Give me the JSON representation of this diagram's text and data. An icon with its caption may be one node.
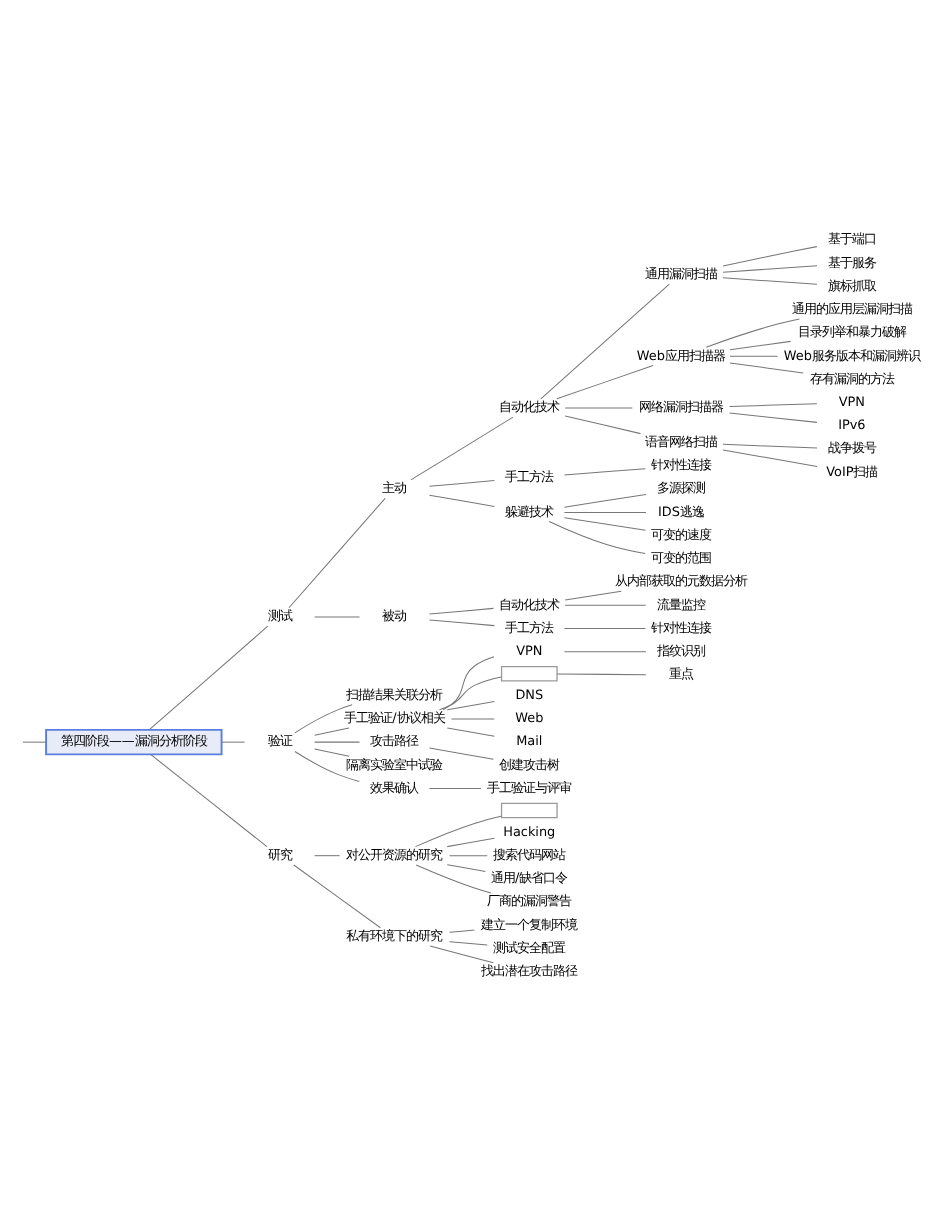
{
  "diagram": {
    "nodes": [
      {
        "text": [
          "第四阶段——漏洞分析阶段"
        ]
      },
      {
        "text": [
          "测试"
        ]
      },
      {
        "text": [
          "主动"
        ]
      },
      {
        "text": [
          "自动化技术"
        ]
      },
      {
        "text": [
          "通用漏洞扫描"
        ]
      },
      {
        "text": [
          "基于端口"
        ]
      },
      {
        "text": [
          "基于服务"
        ]
      },
      {
        "text": [
          "旗标抓取"
        ]
      },
      {
        "text": [
          "Web应用扫描器"
        ]
      },
      {
        "text": [
          "通用的应用层漏洞扫描"
        ]
      },
      {
        "text": [
          "目录列举和暴力破解"
        ]
      },
      {
        "text": [
          "Web服务版本和漏洞辨识"
        ]
      },
      {
        "text": [
          "存有漏洞的方法"
        ]
      },
      {
        "text": [
          "网络漏洞扫描器"
        ]
      },
      {
        "text": [
          "VPN"
        ]
      },
      {
        "text": [
          "IPv6"
        ]
      },
      {
        "text": [
          "语音网络扫描"
        ]
      },
      {
        "text": [
          "战争拨号"
        ]
      },
      {
        "text": [
          "VoIP扫描"
        ]
      },
      {
        "text": [
          "手工方法"
        ]
      },
      {
        "text": [
          "针对性连接"
        ]
      },
      {
        "text": [
          "躲避技术"
        ]
      },
      {
        "text": [
          "多源探测"
        ]
      },
      {
        "text": [
          "IDS逃逸"
        ]
      },
      {
        "text": [
          "可变的速度"
        ]
      },
      {
        "text": [
          "可变的范围"
        ]
      },
      {
        "text": [
          "被动"
        ]
      },
      {
        "text": [
          "自动化技术"
        ]
      },
      {
        "text": [
          "从内部获取的元数据分析"
        ]
      },
      {
        "text": [
          "流量监控"
        ]
      },
      {
        "text": [
          "手工方法"
        ]
      },
      {
        "text": [
          "针对性连接"
        ]
      },
      {
        "text": [
          "验证"
        ]
      },
      {
        "text": [
          "扫描结果关联分析"
        ]
      },
      {
        "text": [
          "手工验证/协议相关"
        ]
      },
      {
        "text": [
          "VPN"
        ]
      },
      {
        "text": [
          "指纹识别"
        ]
      },
      {
        "text": [],
        "shape": "box"
      },
      {
        "text": [
          "重点"
        ]
      },
      {
        "text": [
          "DNS"
        ]
      },
      {
        "text": [
          "Web"
        ]
      },
      {
        "text": [
          "Mail"
        ]
      },
      {
        "text": [
          "攻击路径"
        ]
      },
      {
        "text": [
          "创建攻击树"
        ]
      },
      {
        "text": [
          "隔离实验室中试验"
        ]
      },
      {
        "text": [
          "效果确认"
        ]
      },
      {
        "text": [
          "手工验证与评审"
        ]
      },
      {
        "text": [
          "研究"
        ]
      },
      {
        "text": [
          "对公开资源的研究"
        ]
      },
      {
        "text": [],
        "shape": "box"
      },
      {
        "text": [
          "Hacking"
        ]
      },
      {
        "text": [
          "搜索代码网站"
        ]
      },
      {
        "text": [
          "通用/缺省口令"
        ]
      },
      {
        "text": [
          "厂商的漏洞警告"
        ]
      },
      {
        "text": [
          "私有环境下的研究"
        ]
      },
      {
        "text": [
          "建立一个复制环境"
        ]
      },
      {
        "text": [
          "测试安全配置"
        ]
      },
      {
        "text": [
          "找出潜在攻击路径"
        ]
      }
    ],
    "edges": [
      {
        "from": null,
        "to": 0,
        "arrow": "none"
      },
      {
        "from": 0,
        "to": 1,
        "arrow": "none"
      },
      {
        "from": 1,
        "to": 2,
        "arrow": "none"
      },
      {
        "from": 2,
        "to": 3,
        "arrow": "none"
      },
      {
        "from": 3,
        "to": 4,
        "arrow": "none"
      },
      {
        "from": 4,
        "to": 5,
        "arrow": "none"
      },
      {
        "from": 4,
        "to": 6,
        "arrow": "none"
      },
      {
        "from": 4,
        "to": 7,
        "arrow": "none"
      },
      {
        "from": 3,
        "to": 8,
        "arrow": "none"
      },
      {
        "from": 8,
        "to": 9,
        "arrow": "none"
      },
      {
        "from": 8,
        "to": 10,
        "arrow": "none"
      },
      {
        "from": 8,
        "to": 11,
        "arrow": "none"
      },
      {
        "from": 8,
        "to": 12,
        "arrow": "none"
      },
      {
        "from": 3,
        "to": 13,
        "arrow": "none"
      },
      {
        "from": 13,
        "to": 14,
        "arrow": "none"
      },
      {
        "from": 13,
        "to": 15,
        "arrow": "none"
      },
      {
        "from": 3,
        "to": 16,
        "arrow": "none"
      },
      {
        "from": 16,
        "to": 17,
        "arrow": "none"
      },
      {
        "from": 16,
        "to": 18,
        "arrow": "none"
      },
      {
        "from": 2,
        "to": 19,
        "arrow": "none"
      },
      {
        "from": 19,
        "to": 20,
        "arrow": "none"
      },
      {
        "from": 2,
        "to": 21,
        "arrow": "none"
      },
      {
        "from": 21,
        "to": 22,
        "arrow": "none"
      },
      {
        "from": 21,
        "to": 23,
        "arrow": "none"
      },
      {
        "from": 21,
        "to": 24,
        "arrow": "none"
      },
      {
        "from": 21,
        "to": 25,
        "arrow": "none"
      },
      {
        "from": 1,
        "to": 26,
        "arrow": "none"
      },
      {
        "from": 26,
        "to": 27,
        "arrow": "none"
      },
      {
        "from": 27,
        "to": 28,
        "arrow": "none"
      },
      {
        "from": 27,
        "to": 29,
        "arrow": "none"
      },
      {
        "from": 26,
        "to": 30,
        "arrow": "none"
      },
      {
        "from": 30,
        "to": 31,
        "arrow": "none"
      },
      {
        "from": 0,
        "to": 32,
        "arrow": "none"
      },
      {
        "from": 32,
        "to": 33,
        "arrow": "none"
      },
      {
        "from": 32,
        "to": 34,
        "arrow": "none"
      },
      {
        "from": 34,
        "to": 35,
        "arrow": "none"
      },
      {
        "from": 35,
        "to": 36,
        "arrow": "none"
      },
      {
        "from": 34,
        "to": 37,
        "arrow": "none"
      },
      {
        "from": 37,
        "to": 38,
        "arrow": "none"
      },
      {
        "from": 34,
        "to": 39,
        "arrow": "none"
      },
      {
        "from": 34,
        "to": 40,
        "arrow": "none"
      },
      {
        "from": 34,
        "to": 41,
        "arrow": "none"
      },
      {
        "from": 32,
        "to": 42,
        "arrow": "none"
      },
      {
        "from": 42,
        "to": 43,
        "arrow": "none"
      },
      {
        "from": 32,
        "to": 44,
        "arrow": "none"
      },
      {
        "from": 32,
        "to": 45,
        "arrow": "none"
      },
      {
        "from": 45,
        "to": 46,
        "arrow": "none"
      },
      {
        "from": 0,
        "to": 47,
        "arrow": "none"
      },
      {
        "from": 47,
        "to": 48,
        "arrow": "none"
      },
      {
        "from": 48,
        "to": 49,
        "arrow": "none"
      },
      {
        "from": 48,
        "to": 50,
        "arrow": "none"
      },
      {
        "from": 48,
        "to": 51,
        "arrow": "none"
      },
      {
        "from": 48,
        "to": 52,
        "arrow": "none"
      },
      {
        "from": 48,
        "to": 53,
        "arrow": "none"
      },
      {
        "from": 47,
        "to": 54,
        "arrow": "none"
      },
      {
        "from": 54,
        "to": 55,
        "arrow": "none"
      },
      {
        "from": 54,
        "to": 56,
        "arrow": "none"
      },
      {
        "from": 54,
        "to": 57,
        "arrow": "none"
      }
    ]
  }
}
